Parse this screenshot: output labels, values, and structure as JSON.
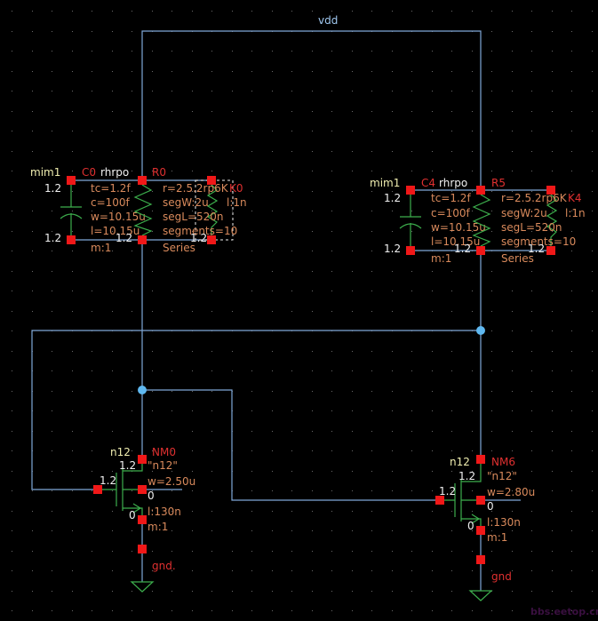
{
  "schematic": {
    "nets": {
      "vdd_label": "vdd",
      "gnd_left_label": "gnd.",
      "gnd_right_label": "gnd"
    },
    "capacitors": [
      {
        "id": "C0",
        "model": "mim1",
        "top_voltage": "1.2",
        "bottom_voltage": "1.2",
        "params": [
          "tc=1.2f",
          "c=100f",
          "w=10.15u",
          "l=10.15u",
          "m:1"
        ]
      },
      {
        "id": "C4",
        "model": "mim1",
        "top_voltage": "1.2",
        "bottom_voltage": "1.2",
        "params": [
          "tc=1.2f",
          "c=100f",
          "w=10.15u",
          "l=10.15u",
          "m:1"
        ]
      }
    ],
    "resistors": [
      {
        "id": "R0",
        "model": "rhrpo",
        "aux_id": "K0",
        "bottom_voltage": "1.2",
        "aux_voltage": "1.2",
        "params": [
          "r=2.5.2rp6K",
          "segW:2u",
          "segL=520n",
          "segments=10",
          "Series"
        ],
        "aux_param": "l:1n"
      },
      {
        "id": "R5",
        "model": "rhrpo",
        "aux_id": "K4",
        "bottom_voltage": "1.2",
        "aux_voltage": "1.2",
        "params": [
          "r=2.5.2rp6K",
          "segW:2u",
          "segL=520n",
          "segments=10",
          "Series"
        ],
        "aux_param": "l:1n"
      }
    ],
    "transistors": [
      {
        "id": "NM0",
        "model": "n12",
        "model_quoted": "\"n12\"",
        "drain_voltage": "1.2",
        "gate_voltage": "1.2",
        "body_voltage": "0",
        "source_voltage": "0",
        "width": "w=2.50u",
        "length": "l:130n",
        "multiplier": "m:1"
      },
      {
        "id": "NM6",
        "model": "n12",
        "model_quoted": "\"n12\"",
        "drain_voltage": "1.2",
        "gate_voltage": "1.2",
        "body_voltage": "0",
        "source_voltage": "0",
        "width": "w=2.80u",
        "length": "l:130n",
        "multiplier": "m:1"
      }
    ],
    "watermark": "bbs.eetop.cn"
  }
}
